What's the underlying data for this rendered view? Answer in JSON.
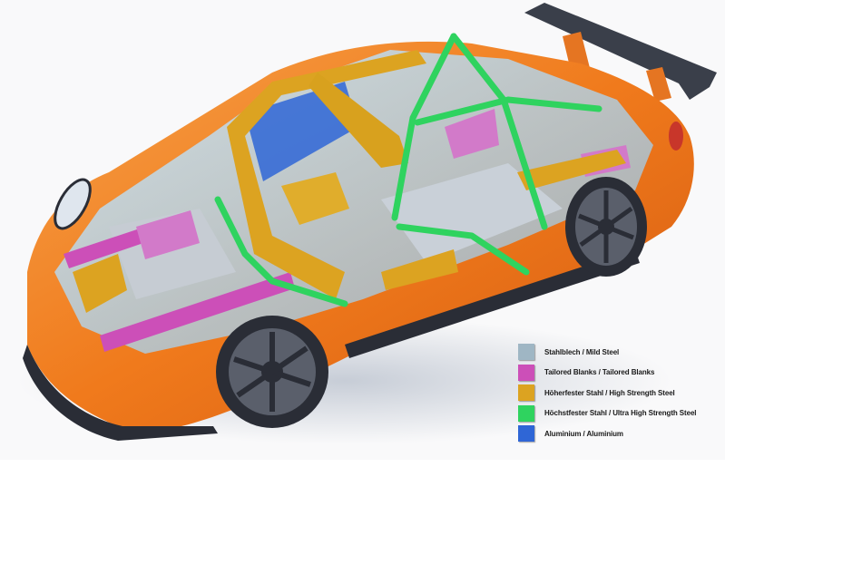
{
  "figure": {
    "subject": "Sports car body-in-white material structure illustration",
    "colors": {
      "body_paint": "#f07a1c",
      "wing": "#3a3f4a",
      "tire": "#2a2d36",
      "background": "#f9f9fa"
    }
  },
  "legend": {
    "items": [
      {
        "label": "Stahlblech / Mild Steel",
        "color": "#9fb6c4"
      },
      {
        "label": "Tailored Blanks / Tailored Blanks",
        "color": "#cc4fb8"
      },
      {
        "label": "Höherfester Stahl / High Strength Steel",
        "color": "#dca321"
      },
      {
        "label": "Höchstfester Stahl / Ultra High Strength Steel",
        "color": "#2fd35f"
      },
      {
        "label": "Aluminium / Aluminium",
        "color": "#2f66d6"
      }
    ]
  }
}
